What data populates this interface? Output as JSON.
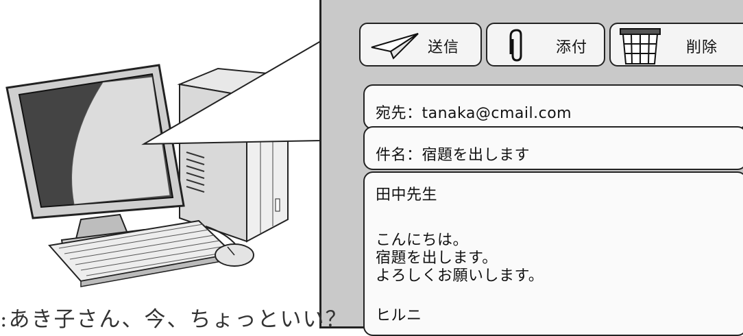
{
  "toolbar": {
    "send_label": "送信",
    "attach_label": "添付",
    "delete_label": "削除"
  },
  "email": {
    "to_line": "宛先：tanaka@cmail.com",
    "subject_line": "件名：宿題を出します",
    "body_lines": [
      "田中先生",
      "",
      "こんにちは。",
      "宿題を出します。",
      "よろしくお願いします。",
      "",
      "ヒルニ"
    ]
  },
  "caption": ":あき子さん、今、ちょっといい？",
  "icons": {
    "send": "paper-plane-icon",
    "attach": "paperclip-icon",
    "delete": "trash-can-icon"
  }
}
